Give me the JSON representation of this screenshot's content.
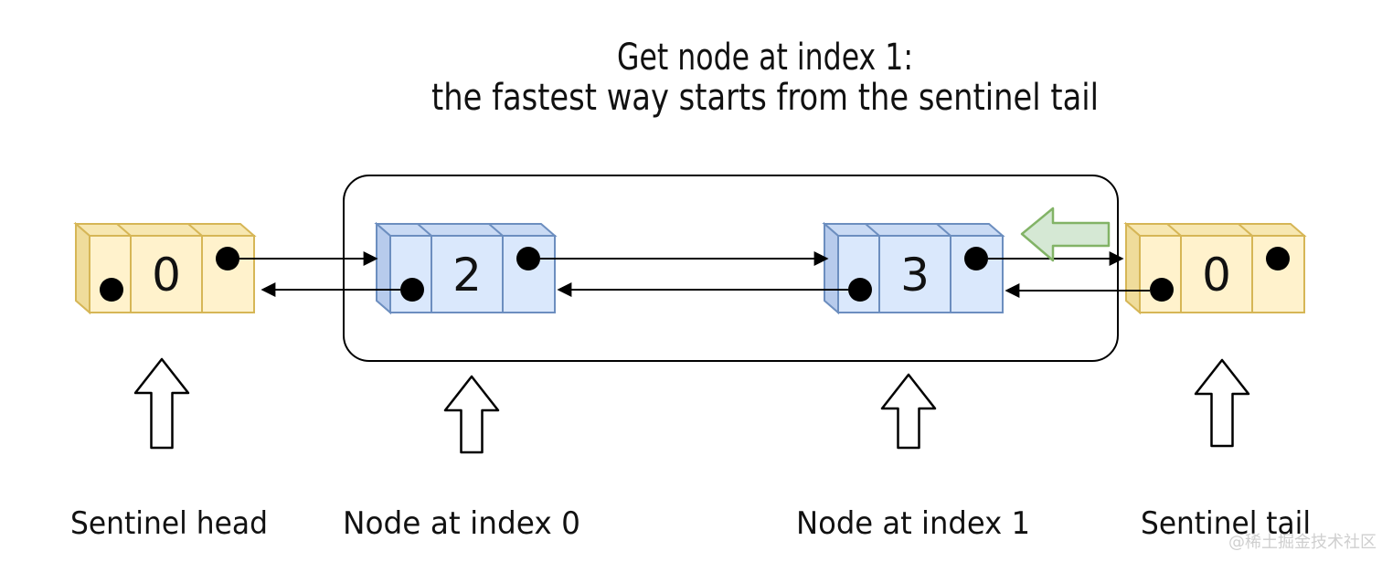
{
  "title": {
    "line1": "Get node at index 1:",
    "line2": "the fastest way starts from the sentinel tail"
  },
  "nodes": [
    {
      "value": "0",
      "label": "Sentinel head",
      "role": "sentinel-head"
    },
    {
      "value": "2",
      "label": "Node at index 0",
      "role": "node-at-index-0"
    },
    {
      "value": "3",
      "label": "Node at index 1",
      "role": "node-at-index-1"
    },
    {
      "value": "0",
      "label": "Sentinel tail",
      "role": "sentinel-tail"
    }
  ],
  "colors": {
    "sentinel_fill": "#FFF2CC",
    "sentinel_top": "#F7E7B1",
    "sentinel_side": "#EFDC9B",
    "sentinel_border": "#D6B656",
    "node_fill": "#DAE8FC",
    "node_top": "#C9DAF4",
    "node_side": "#B7CBEC",
    "node_border": "#6C8EBF",
    "highlight_fill": "#D5E8D4",
    "highlight_border": "#82B366",
    "line": "#000000",
    "label": "#111111",
    "watermark_color": "#CFCFCF"
  },
  "watermark": {
    "text": "@稀土掘金技术社区"
  }
}
